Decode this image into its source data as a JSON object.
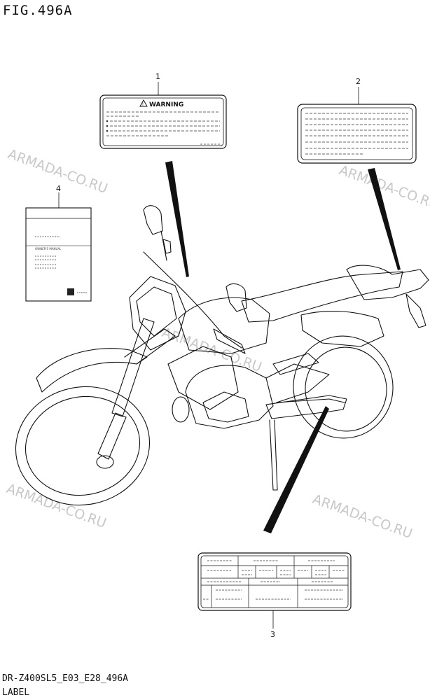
{
  "figure": {
    "title": "FIG.496A",
    "code": "DR-Z400SL5_E03_E28_496A",
    "description": "LABEL"
  },
  "callouts": [
    "1",
    "2",
    "3",
    "4"
  ],
  "label_1": {
    "heading": "WARNING"
  },
  "label_4": {
    "manual_text": "OWNER'S MANUAL"
  },
  "watermark": "ARMADA-CO.RU"
}
